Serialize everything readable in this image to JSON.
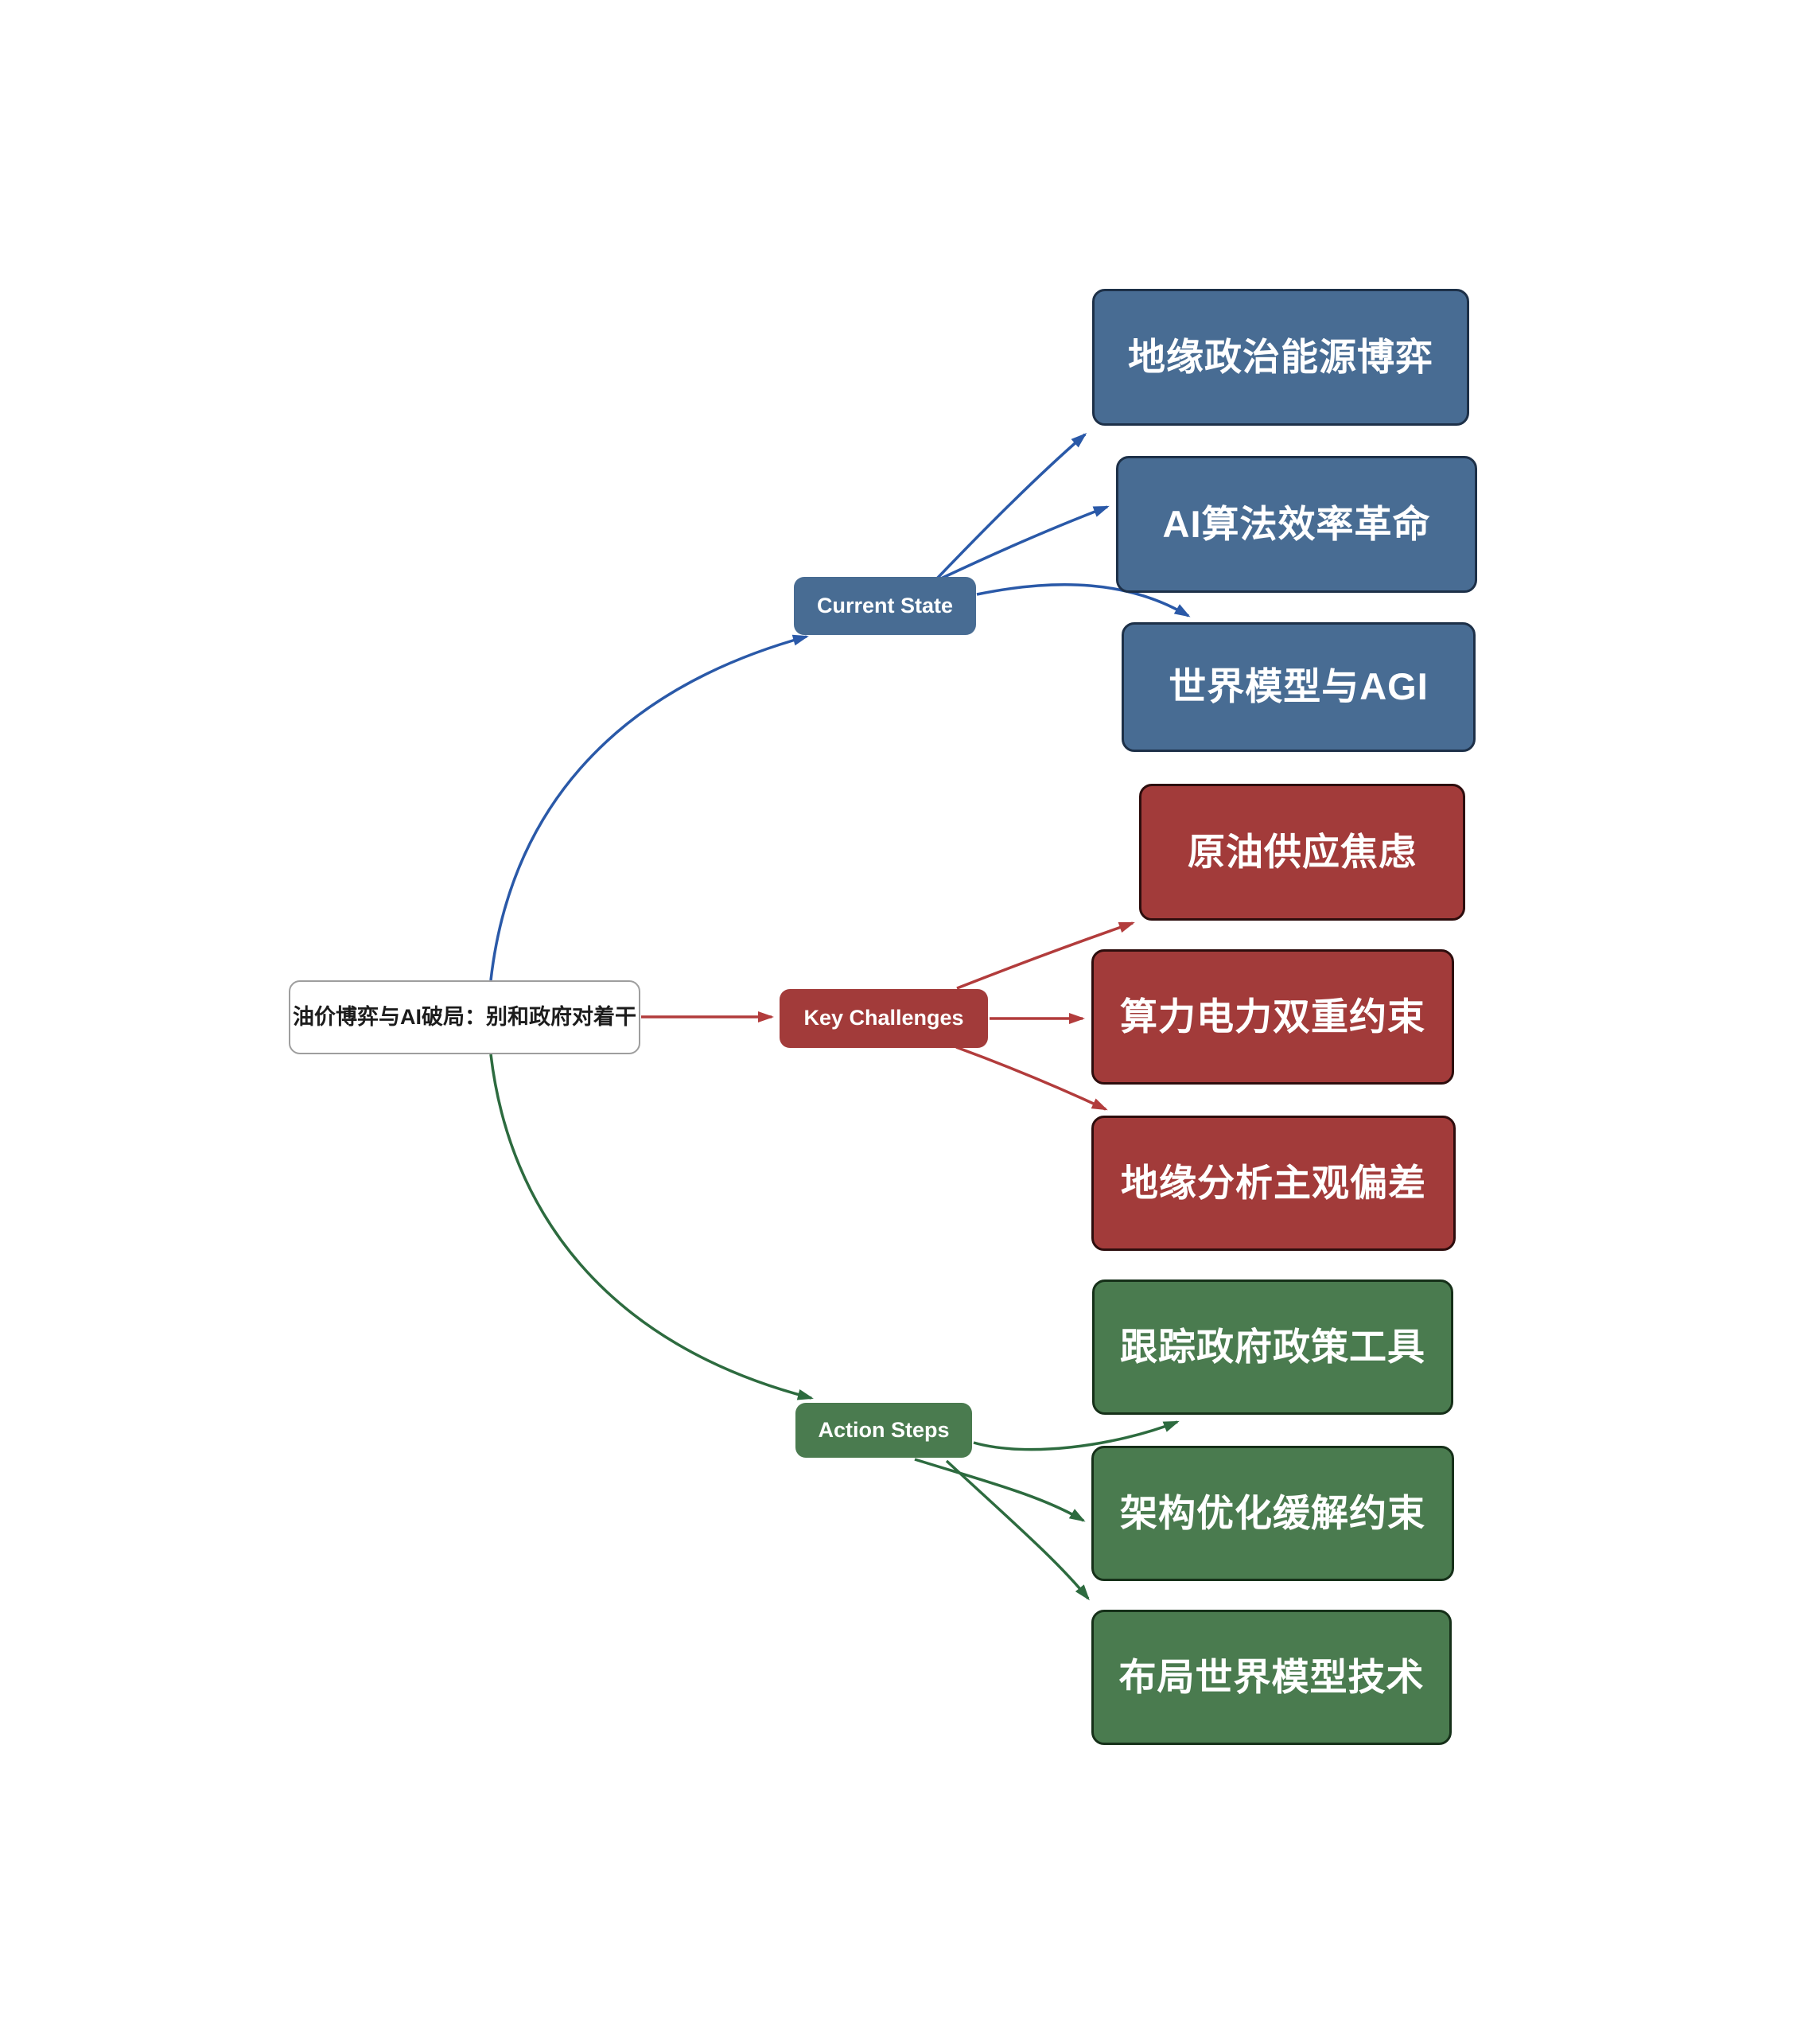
{
  "title": "油价博弈与AI破局：别和政府对着干",
  "root": {
    "label": "油价博弈与AI破局：别和政府对着干",
    "fill": "#ffffff",
    "border": "#9e9e9e",
    "text_color": "#1c1c1c"
  },
  "branches": [
    {
      "label": "Current State",
      "fill": "#486c93",
      "border": "#3c5d80",
      "edge_color": "#2a59a8",
      "leaf_border": "#1d3048",
      "children": [
        {
          "label": "地缘政治能源博弈",
          "fill": "#486c93",
          "border": "#1d3048"
        },
        {
          "label": "AI算法效率革命",
          "fill": "#486c93",
          "border": "#1d3048"
        },
        {
          "label": "世界模型与AGI",
          "fill": "#486c93",
          "border": "#1d3048"
        }
      ]
    },
    {
      "label": "Key Challenges",
      "fill": "#a23b3a",
      "border": "#8c3131",
      "edge_color": "#b23c3c",
      "leaf_border": "#2d0d0d",
      "children": [
        {
          "label": "原油供应焦虑",
          "fill": "#a23b3a",
          "border": "#2d0d0d"
        },
        {
          "label": "算力电力双重约束",
          "fill": "#a23b3a",
          "border": "#2d0d0d"
        },
        {
          "label": "地缘分析主观偏差",
          "fill": "#a23b3a",
          "border": "#2d0d0d"
        }
      ]
    },
    {
      "label": "Action Steps",
      "fill": "#4a7b4f",
      "border": "#3c6841",
      "edge_color": "#2d6b3f",
      "leaf_border": "#163019",
      "children": [
        {
          "label": "跟踪政府政策工具",
          "fill": "#4a7b4f",
          "border": "#163019"
        },
        {
          "label": "架构优化缓解约束",
          "fill": "#4a7b4f",
          "border": "#163019"
        },
        {
          "label": "布局世界模型技术",
          "fill": "#4a7b4f",
          "border": "#163019"
        }
      ]
    }
  ]
}
